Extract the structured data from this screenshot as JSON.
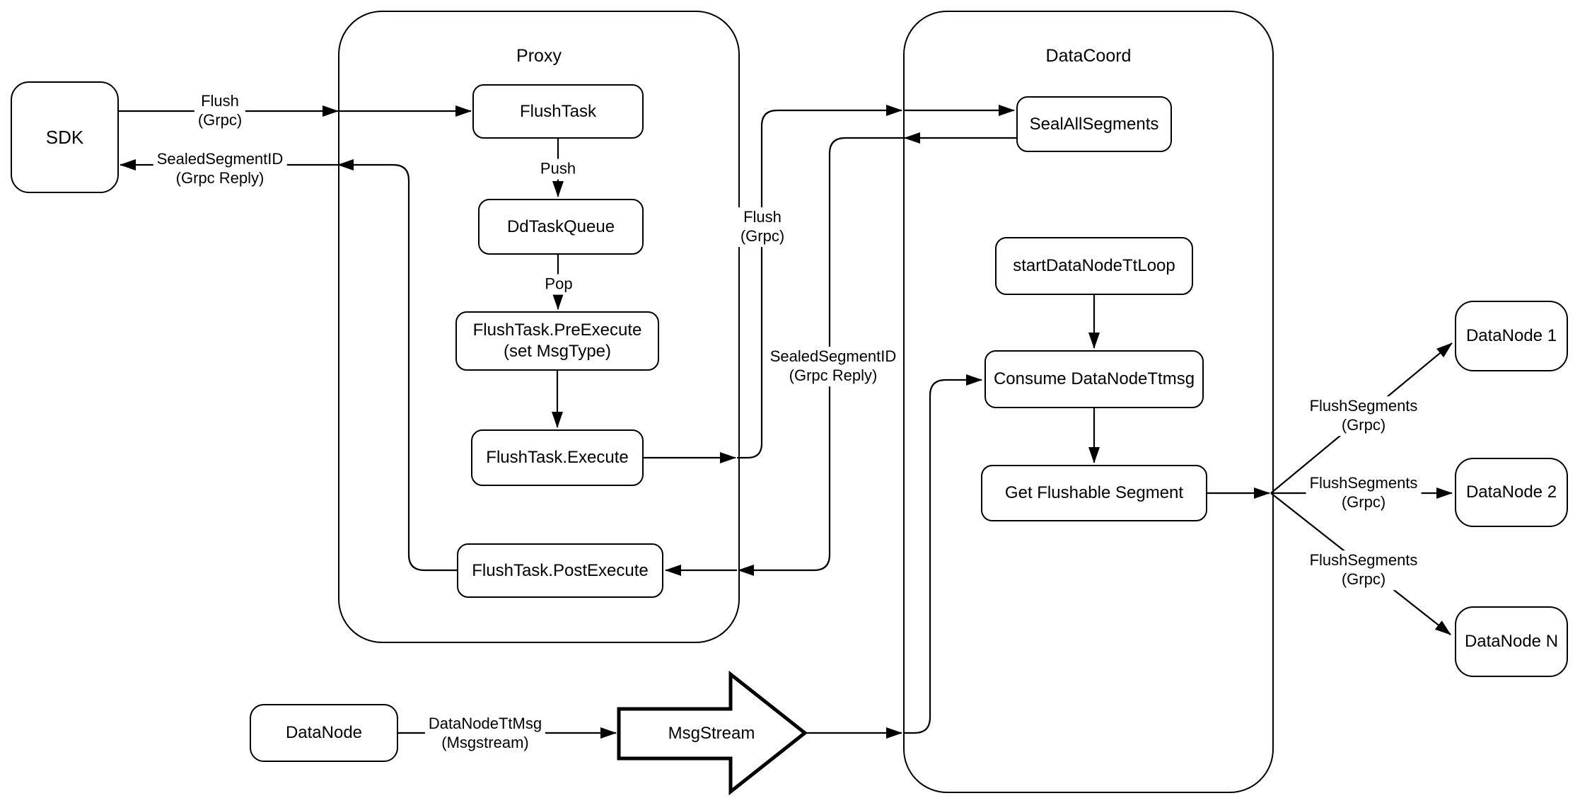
{
  "colors": {
    "stroke": "#000000",
    "fill": "#ffffff"
  },
  "containers": {
    "proxy": {
      "label": "Proxy"
    },
    "datacoord": {
      "label": "DataCoord"
    }
  },
  "nodes": {
    "sdk": {
      "label": "SDK"
    },
    "flush_task": {
      "label": "FlushTask"
    },
    "dd_task_queue": {
      "label": "DdTaskQueue"
    },
    "pre_execute": {
      "label": "FlushTask.PreExecute",
      "sublabel": "(set MsgType)"
    },
    "execute": {
      "label": "FlushTask.Execute"
    },
    "post_execute": {
      "label": "FlushTask.PostExecute"
    },
    "seal_all_segments": {
      "label": "SealAllSegments"
    },
    "start_data_node_tt_loop": {
      "label": "startDataNodeTtLoop"
    },
    "consume_data_node_ttmsg": {
      "label": "Consume DataNodeTtmsg"
    },
    "get_flushable_segment": {
      "label": "Get Flushable Segment"
    },
    "datanode_1": {
      "label": "DataNode 1"
    },
    "datanode_2": {
      "label": "DataNode 2"
    },
    "datanode_n": {
      "label": "DataNode N"
    },
    "datanode": {
      "label": "DataNode"
    },
    "msgstream": {
      "label": "MsgStream"
    }
  },
  "edge_labels": {
    "flush_sdk_proxy": {
      "line1": "Flush",
      "line2": "(Grpc)"
    },
    "sealed_segment_id_sdk": {
      "line1": "SealedSegmentID",
      "line2": "(Grpc Reply)"
    },
    "push": {
      "line1": "Push"
    },
    "pop": {
      "line1": "Pop"
    },
    "flush_proxy_datacoord": {
      "line1": "Flush",
      "line2": "(Grpc)"
    },
    "sealed_segment_id_datacoord": {
      "line1": "SealedSegmentID",
      "line2": "(Grpc Reply)"
    },
    "flush_segments_1": {
      "line1": "FlushSegments",
      "line2": "(Grpc)"
    },
    "flush_segments_2": {
      "line1": "FlushSegments",
      "line2": "(Grpc)"
    },
    "flush_segments_n": {
      "line1": "FlushSegments",
      "line2": "(Grpc)"
    },
    "data_node_tt_msg": {
      "line1": "DataNodeTtMsg",
      "line2": "(Msgstream)"
    }
  }
}
